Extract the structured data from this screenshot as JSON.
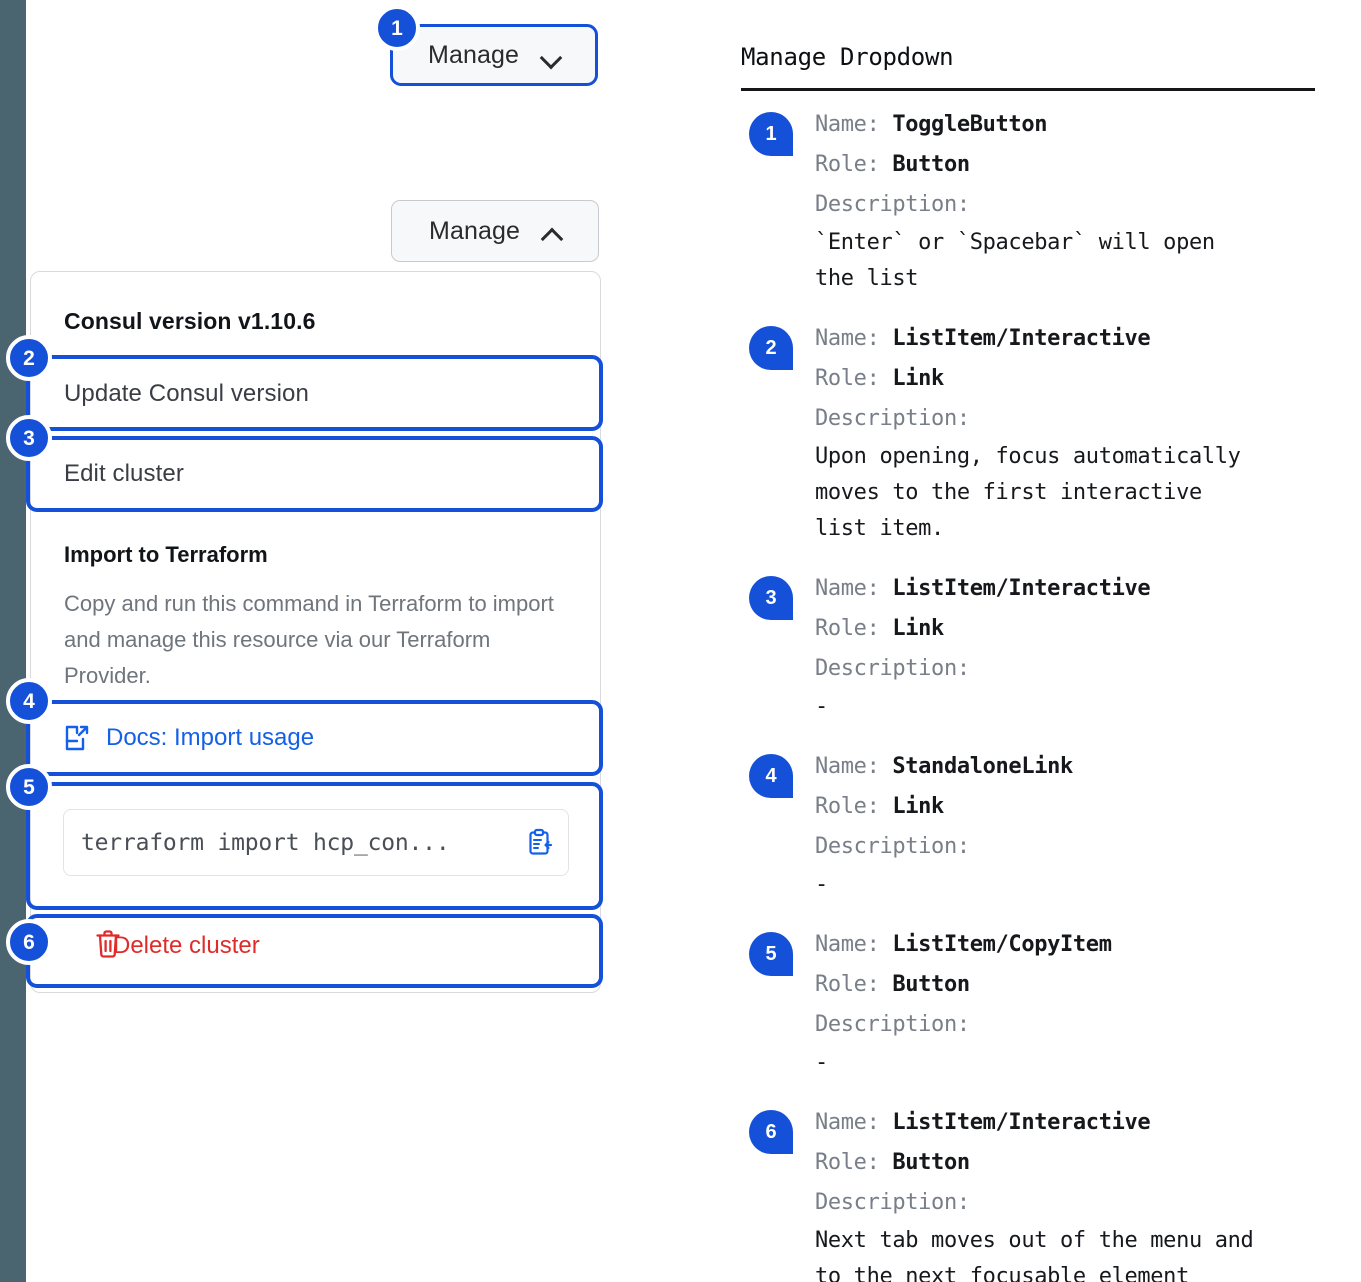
{
  "rail": {
    "color": "#4b6570"
  },
  "accent": {
    "blue": "#1450d8",
    "link": "#1560e8",
    "danger": "#e02b2b"
  },
  "buttons": {
    "focused": {
      "label": "Manage",
      "icon": "chevron-down-icon"
    },
    "open": {
      "label": "Manage",
      "icon": "chevron-up-icon"
    }
  },
  "dropdown": {
    "header": "Consul version v1.10.6",
    "items": [
      {
        "label": "Update Consul version"
      },
      {
        "label": "Edit cluster"
      }
    ],
    "terraform": {
      "title": "Import to Terraform",
      "description": "Copy and run this command in Terraform to import and manage this resource via our Terraform Provider.",
      "docs_link": "Docs: Import usage",
      "docs_icon": "external-link-docs-icon",
      "command": "terraform import hcp_con...",
      "copy_icon": "copy-to-clipboard-icon"
    },
    "delete": {
      "label": "Delete cluster",
      "icon": "trash-icon"
    }
  },
  "markers": {
    "left": [
      "1",
      "2",
      "3",
      "4",
      "5",
      "6"
    ]
  },
  "panel": {
    "title": "Manage Dropdown",
    "labels": {
      "name": "Name:",
      "role": "Role:",
      "description": "Description:"
    },
    "annotations": [
      {
        "badge": "1",
        "name": "ToggleButton",
        "role": "Button",
        "description": "`Enter` or `Spacebar` will open\nthe list"
      },
      {
        "badge": "2",
        "name": "ListItem/Interactive",
        "role": "Link",
        "description": "Upon opening, focus automatically\nmoves to the first interactive\nlist item."
      },
      {
        "badge": "3",
        "name": "ListItem/Interactive",
        "role": "Link",
        "description": "-"
      },
      {
        "badge": "4",
        "name": "StandaloneLink",
        "role": "Link",
        "description": "-"
      },
      {
        "badge": "5",
        "name": "ListItem/CopyItem",
        "role": "Button",
        "description": "-"
      },
      {
        "badge": "6",
        "name": "ListItem/Interactive",
        "role": "Button",
        "description": "Next tab moves out of the menu and\nto the next focusable element"
      }
    ]
  }
}
